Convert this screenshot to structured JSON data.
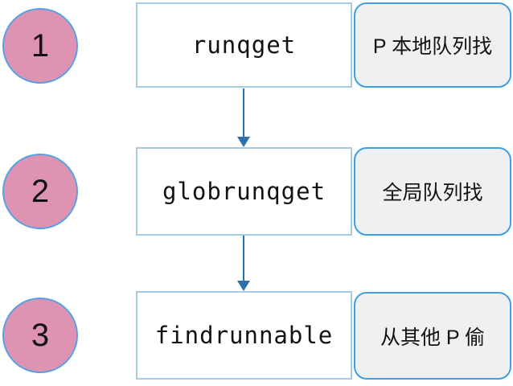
{
  "diagram": {
    "title": "goroutine scheduling lookup order flowchart",
    "rows": [
      {
        "step": "1",
        "function": "runqget",
        "description": "P 本地队列找"
      },
      {
        "step": "2",
        "function": "globrunqget",
        "description": "全局队列找"
      },
      {
        "step": "3",
        "function": "findrunnable",
        "description": "从其他 P 偷"
      }
    ],
    "arrows": [
      {
        "from": "runqget",
        "to": "globrunqget",
        "direction": "down"
      },
      {
        "from": "globrunqget",
        "to": "findrunnable",
        "direction": "down"
      }
    ]
  },
  "colors": {
    "circle-fill": "#df93b2",
    "circle-border": "#55a1e3",
    "rect-border": "#a5cbe5",
    "rect-fill": "#ffffff",
    "pill-border": "#3d9ee9",
    "pill-fill": "#f0f0f0",
    "arrow": "#2a72ad",
    "text": "#121212",
    "background": "#ffffff"
  }
}
